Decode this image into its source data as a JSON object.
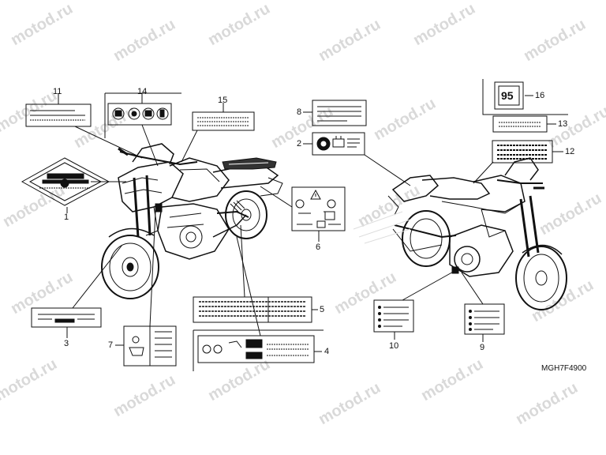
{
  "diagram": {
    "watermark": "motod.ru",
    "part_code": "MGH7F4900",
    "octane_label": "95",
    "callouts": [
      {
        "id": "c1",
        "label": "1"
      },
      {
        "id": "c2",
        "label": "2"
      },
      {
        "id": "c3",
        "label": "3"
      },
      {
        "id": "c4",
        "label": "4"
      },
      {
        "id": "c5",
        "label": "5"
      },
      {
        "id": "c6",
        "label": "6"
      },
      {
        "id": "c7",
        "label": "7"
      },
      {
        "id": "c8",
        "label": "8"
      },
      {
        "id": "c9",
        "label": "9"
      },
      {
        "id": "c10",
        "label": "10"
      },
      {
        "id": "c11",
        "label": "11"
      },
      {
        "id": "c12",
        "label": "12"
      },
      {
        "id": "c13",
        "label": "13"
      },
      {
        "id": "c14",
        "label": "14"
      },
      {
        "id": "c15",
        "label": "15"
      },
      {
        "id": "c16",
        "label": "16"
      }
    ]
  }
}
